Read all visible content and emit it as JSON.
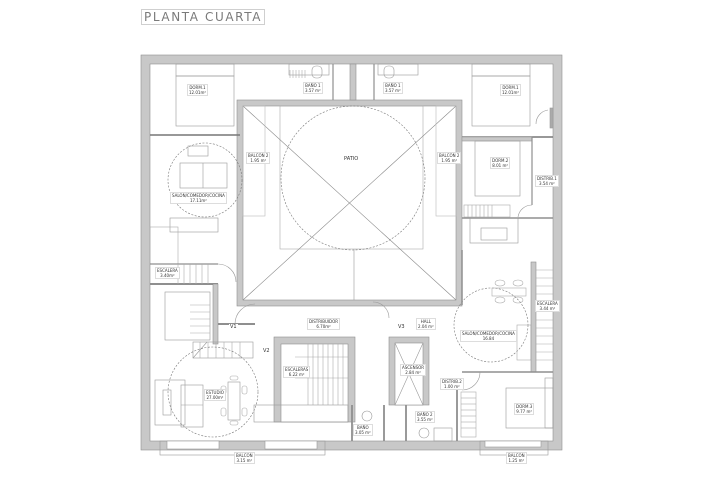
{
  "plan": {
    "title": "PLANTA CUARTA",
    "colors": {
      "wall": "#c8c8c8",
      "wall_edge": "#8f8f8f",
      "line": "#9a9a9a",
      "background": "#ffffff"
    }
  },
  "rooms": [
    {
      "id": "dorm1_left",
      "name": "DORM.1",
      "area": "12.01m²"
    },
    {
      "id": "bano1_left",
      "name": "BAÑO 1",
      "area": "3.57 m²"
    },
    {
      "id": "bano1_right",
      "name": "BAÑO 1",
      "area": "3.57 m²"
    },
    {
      "id": "dorm1_right",
      "name": "DORM.1",
      "area": "12.01m²"
    },
    {
      "id": "balcon2_left",
      "name": "BALCON 2",
      "area": "1.95 m²"
    },
    {
      "id": "patio",
      "name": "PATIO",
      "area": ""
    },
    {
      "id": "balcon2_right",
      "name": "BALCON 2",
      "area": "1.95 m²"
    },
    {
      "id": "dorm2",
      "name": "DORM.2",
      "area": "8.01 m²"
    },
    {
      "id": "distrib1",
      "name": "DISTRIB.1",
      "area": "3.54 m²"
    },
    {
      "id": "salon_left",
      "name": "SALON/COMEDOR/COCINA",
      "area": "17.11m²"
    },
    {
      "id": "escalera_left",
      "name": "ESCALERA",
      "area": "3.40m²"
    },
    {
      "id": "escalera_right",
      "name": "ESCALERA",
      "area": "3.44 m²"
    },
    {
      "id": "distribuidor",
      "name": "DISTRIBUIDOR",
      "area": "6.70m²"
    },
    {
      "id": "hall",
      "name": "HALL",
      "area": "2.04 m²"
    },
    {
      "id": "salon_right",
      "name": "SALON/COMEDOR/COCINA",
      "area": "16.84"
    },
    {
      "id": "escaleras",
      "name": "ESCALERAS",
      "area": "6.22 m²"
    },
    {
      "id": "ascensor",
      "name": "ASCENSOR",
      "area": "2.84 m²"
    },
    {
      "id": "distrib2",
      "name": "DISTRIB.2",
      "area": "1.00 m²"
    },
    {
      "id": "estudio",
      "name": "ESTUDIO",
      "area": "27.00m²"
    },
    {
      "id": "bano",
      "name": "BAÑO",
      "area": "3.05 m²"
    },
    {
      "id": "bano2",
      "name": "BAÑO 2",
      "area": "3.55 m²"
    },
    {
      "id": "dorm3",
      "name": "DORM.3",
      "area": "9.77 m²"
    },
    {
      "id": "balcon_bottom_left",
      "name": "BALCON",
      "area": "3.15 m²"
    },
    {
      "id": "balcon_bottom_right",
      "name": "BALCON",
      "area": "1.25 m²"
    }
  ],
  "door_tags": {
    "v1": "V1",
    "v2": "V2",
    "v3": "V3"
  }
}
